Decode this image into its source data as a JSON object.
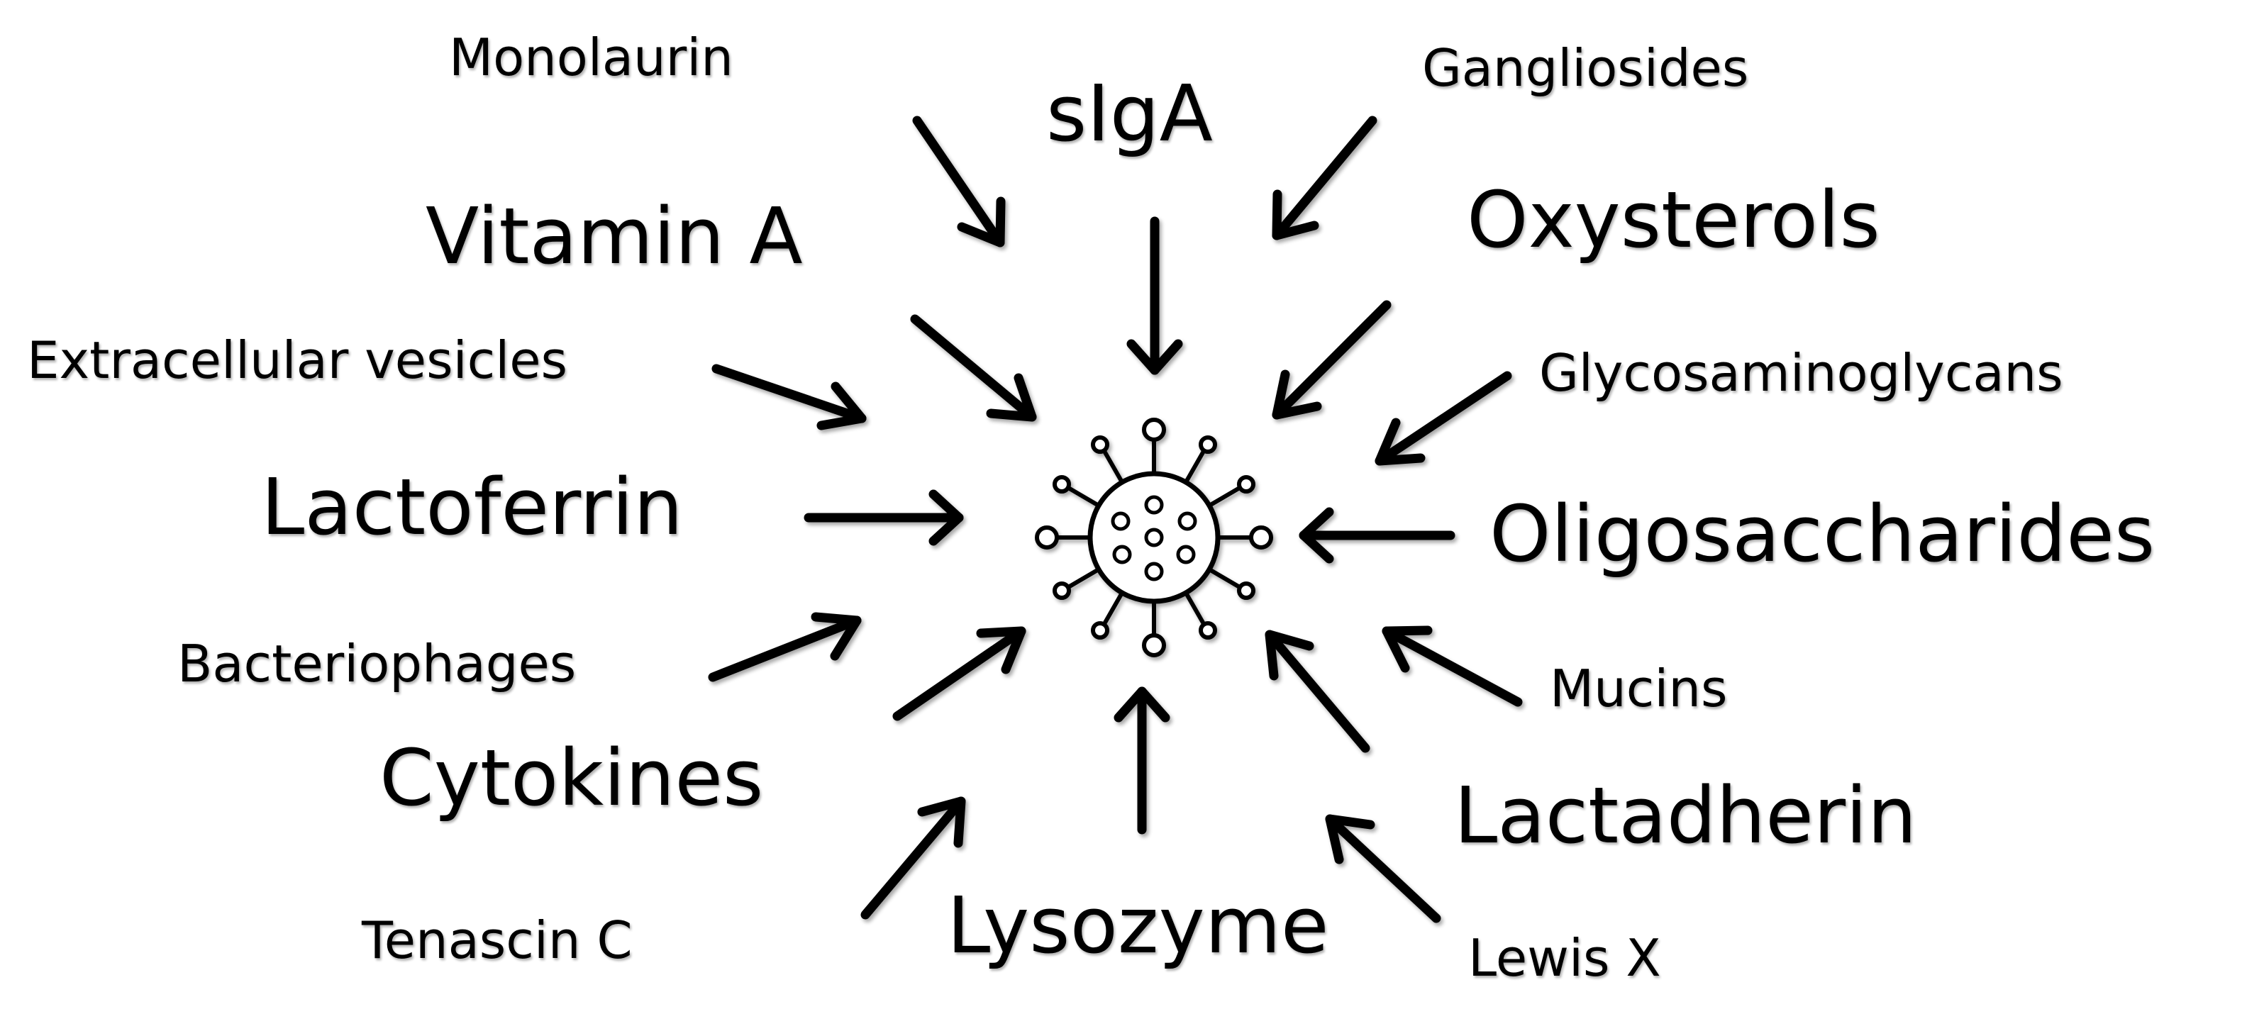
{
  "labels": {
    "monolaurin": "Monolaurin",
    "sIgA": "sIgA",
    "gangliosides": "Gangliosides",
    "vitamin_a": "Vitamin A",
    "oxysterols": "Oxysterols",
    "extracellular_vesicles": "Extracellular vesicles",
    "glycosaminoglycans": "Glycosaminoglycans",
    "lactoferrin": "Lactoferrin",
    "oligosaccharides": "Oligosaccharides",
    "bacteriophages": "Bacteriophages",
    "mucins": "Mucins",
    "cytokines": "Cytokines",
    "lactadherin": "Lactadherin",
    "tenascin_c": "Tenascin C",
    "lysozyme": "Lysozyme",
    "lewis_x": "Lewis X"
  },
  "center_icon": "virus-icon",
  "arrow_icon": "arrow-icon",
  "ink_color": "#000000"
}
